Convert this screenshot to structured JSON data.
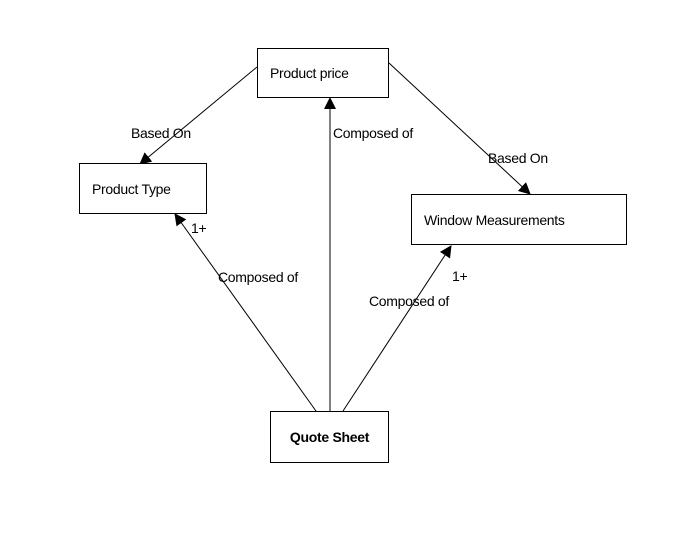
{
  "nodes": {
    "product_price": "Product price",
    "product_type": "Product Type",
    "window_measurements": "Window Measurements",
    "quote_sheet": "Quote Sheet"
  },
  "edges": {
    "price_to_type": "Based On",
    "price_to_window": "Based On",
    "quote_to_price": "Composed of",
    "quote_to_type": "Composed of",
    "quote_to_window": "Composed of"
  },
  "multiplicity": {
    "type": "1+",
    "window": "1+"
  }
}
